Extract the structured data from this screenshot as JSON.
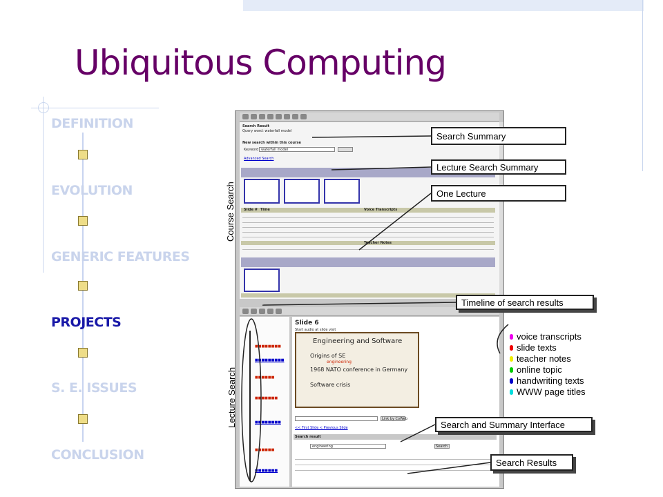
{
  "title": "Ubiquitous Computing",
  "nav": {
    "items": [
      {
        "label": "DEFINITION",
        "active": false
      },
      {
        "label": "EVOLUTION",
        "active": false
      },
      {
        "label": "GENERIC FEATURES",
        "active": false
      },
      {
        "label": "PROJECTS",
        "active": true
      },
      {
        "label": "S. E. ISSUES",
        "active": false
      },
      {
        "label": "CONCLUSION",
        "active": false
      }
    ]
  },
  "side_labels": {
    "course_search": "Course Search",
    "lecture_search": "Lecture Search"
  },
  "callouts": {
    "search_summary": "Search Summary",
    "lecture_search_summary": "Lecture Search Summary",
    "one_lecture": "One Lecture",
    "timeline": "Timeline of search results",
    "search_and_summary_interface": "Search and Summary Interface",
    "search_results": "Search Results"
  },
  "legend": [
    {
      "label": "voice transcripts",
      "color": "#ee00ee"
    },
    {
      "label": "slide texts",
      "color": "#ee0000"
    },
    {
      "label": "teacher notes",
      "color": "#eeee00"
    },
    {
      "label": "online topic",
      "color": "#00cc00"
    },
    {
      "label": "handwriting texts",
      "color": "#0000cc"
    },
    {
      "label": "WWW page titles",
      "color": "#00dddd"
    }
  ],
  "screenshot": {
    "search_result_heading": "Search Result",
    "query_line": "Query word: waterfall model",
    "new_search": "New search within this course",
    "keyword_label": "Keyword:",
    "keyword_value": "waterfall model",
    "search_button": "Search",
    "advanced_search": "Advanced Search",
    "table_headers": [
      "Slide #",
      "Time",
      "Voice Transcripts"
    ],
    "teacher_notes_header": "Teacher Notes",
    "slide_title": "Slide 6",
    "slide_subtitle": "Start audio at slide visit",
    "slide_heading": "Engineering and Software",
    "slide_lines": [
      "Origins of SE",
      "1968 NATO conference in Germany",
      "Software crisis"
    ],
    "slide_annotation": "engineering",
    "link_button": "Link by CoWeb",
    "nav_links": "<< First Slide  < Previous Slide",
    "results_label": "Search result",
    "query2_value": "engineering",
    "search2_button": "Search"
  }
}
